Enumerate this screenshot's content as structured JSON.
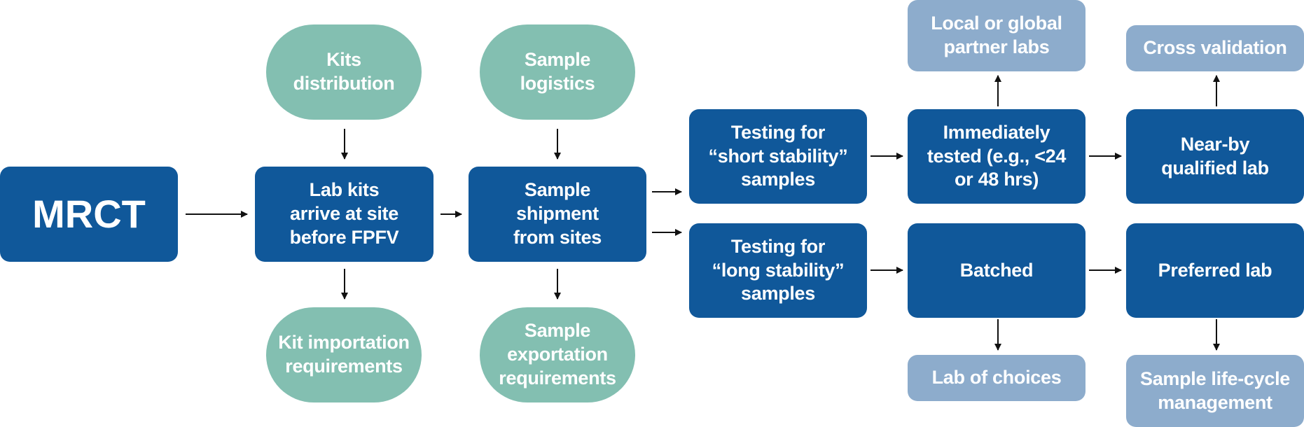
{
  "nodes": {
    "mrct": "MRCT",
    "kits_distribution": "Kits\ndistribution",
    "lab_kits": "Lab kits\narrive at site\nbefore FPFV",
    "kit_importation": "Kit importation\nrequirements",
    "sample_logistics": "Sample\nlogistics",
    "sample_shipment": "Sample\nshipment\nfrom sites",
    "sample_exportation": "Sample\nexportation\nrequirements",
    "testing_short": "Testing for\n“short stability”\nsamples",
    "testing_long": "Testing for\n“long stability”\nsamples",
    "immediately_tested": "Immediately\ntested (e.g., <24\nor 48 hrs)",
    "batched": "Batched",
    "partner_labs": "Local or global\npartner labs",
    "lab_of_choices": "Lab of choices",
    "nearby_lab": "Near-by\nqualified lab",
    "preferred_lab": "Preferred lab",
    "cross_validation": "Cross validation",
    "life_cycle": "Sample life-cycle\nmanagement"
  },
  "colors": {
    "dark_box": "#10589a",
    "pill": "#83bfb1",
    "light_box": "#8daccc",
    "arrow": "#111111"
  }
}
